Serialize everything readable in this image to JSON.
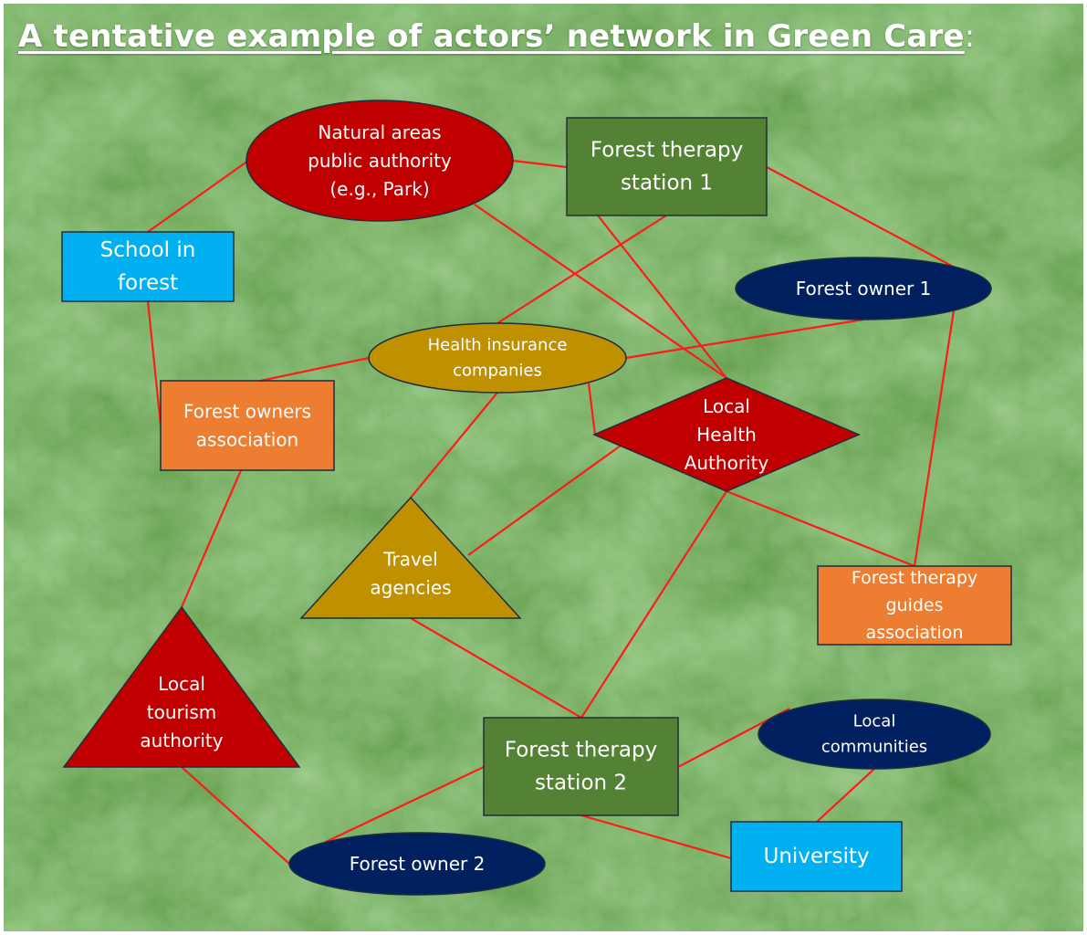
{
  "title": "A tentative example of actors’ network in Green Care",
  "title_suffix": ":",
  "colors": {
    "background": "#64a14c",
    "link": "#ff1a1a",
    "red_node": "#c00000",
    "green_node": "#548235",
    "blue_node": "#00b0f0",
    "navy_node": "#002060",
    "orange_node": "#ed7d31",
    "gold_node": "#bf9000"
  },
  "nodes": {
    "natural_areas": {
      "lines": [
        "Natural areas",
        "public authority",
        "(e.g., Park)"
      ]
    },
    "station1": {
      "lines": [
        "Forest therapy",
        "station 1"
      ]
    },
    "school": {
      "lines": [
        "School in",
        "forest"
      ]
    },
    "owner1": {
      "lines": [
        "Forest owner 1"
      ]
    },
    "health_insurance": {
      "lines": [
        "Health insurance",
        "companies"
      ]
    },
    "owners_assoc": {
      "lines": [
        "Forest owners",
        "association"
      ]
    },
    "local_health": {
      "lines": [
        "Local",
        "Health",
        "Authority"
      ]
    },
    "travel": {
      "lines": [
        "Travel",
        "agencies"
      ]
    },
    "guides": {
      "lines": [
        "Forest therapy",
        "guides",
        "association"
      ]
    },
    "tourism": {
      "lines": [
        "Local",
        "tourism",
        "authority"
      ]
    },
    "station2": {
      "lines": [
        "Forest therapy",
        "station 2"
      ]
    },
    "communities": {
      "lines": [
        "Local",
        "communities"
      ]
    },
    "university": {
      "lines": [
        "University"
      ]
    },
    "owner2": {
      "lines": [
        "Forest owner 2"
      ]
    }
  },
  "edges": [
    [
      "natural_areas",
      "station1"
    ],
    [
      "natural_areas",
      "school"
    ],
    [
      "natural_areas",
      "local_health"
    ],
    [
      "station1",
      "owner1"
    ],
    [
      "station1",
      "local_health"
    ],
    [
      "station1",
      "health_insurance"
    ],
    [
      "school",
      "owners_assoc"
    ],
    [
      "owner1",
      "health_insurance"
    ],
    [
      "owner1",
      "guides"
    ],
    [
      "health_insurance",
      "owners_assoc"
    ],
    [
      "health_insurance",
      "travel"
    ],
    [
      "health_insurance",
      "local_health"
    ],
    [
      "local_health",
      "travel"
    ],
    [
      "local_health",
      "guides"
    ],
    [
      "local_health",
      "station2"
    ],
    [
      "owners_assoc",
      "tourism"
    ],
    [
      "travel",
      "station2"
    ],
    [
      "tourism",
      "owner2"
    ],
    [
      "station2",
      "owner2"
    ],
    [
      "station2",
      "communities"
    ],
    [
      "station2",
      "university"
    ],
    [
      "communities",
      "university"
    ]
  ]
}
